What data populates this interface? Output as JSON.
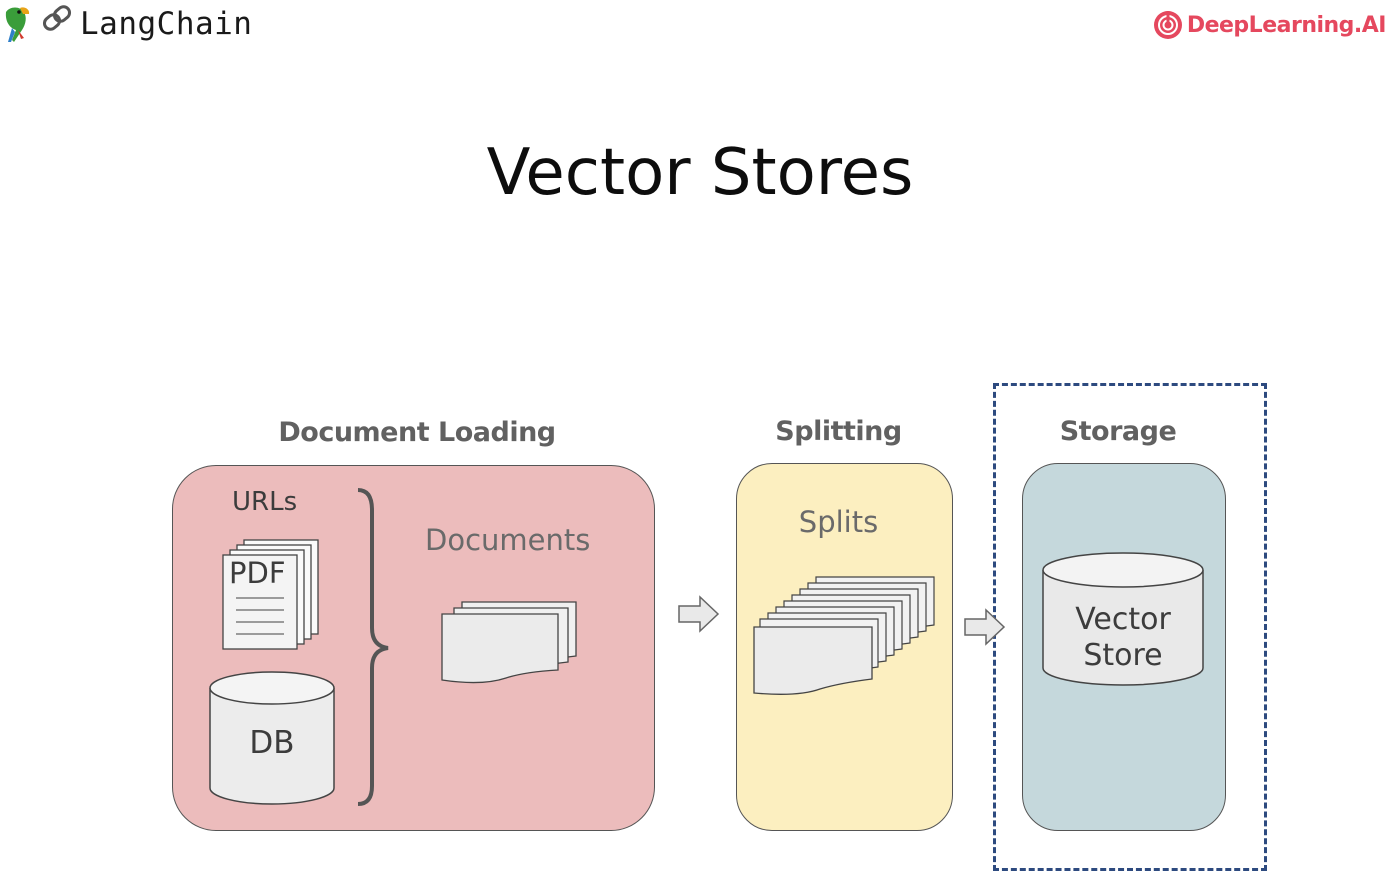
{
  "branding": {
    "langchain": {
      "emoji": "🦜🔗",
      "text": "LangChain"
    },
    "deeplearning": {
      "text": "DeepLearning.AI",
      "color": "#e5485e"
    }
  },
  "title": "Vector Stores",
  "stages": [
    {
      "heading": "Document Loading",
      "color": "#ecbcbc",
      "sources": [
        "URLs",
        "PDF",
        "DB"
      ],
      "output_label": "Documents"
    },
    {
      "heading": "Splitting",
      "color": "#fcefc0",
      "output_label": "Splits"
    },
    {
      "heading": "Storage",
      "color": "#c5d8dc",
      "store_label_line1": "Vector",
      "store_label_line2": "Store",
      "highlighted": true,
      "highlight_color": "#2d4a7f"
    }
  ]
}
